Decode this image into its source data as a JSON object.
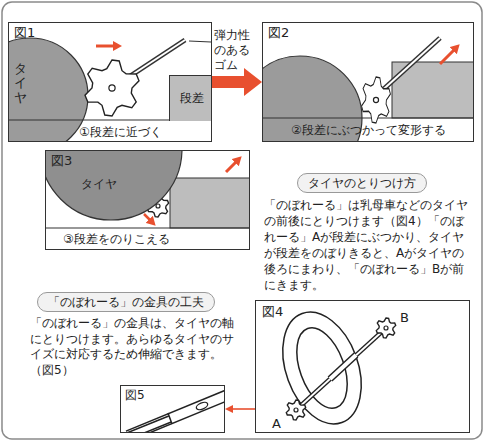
{
  "diagram": {
    "nodes": [
      {
        "text": [
          "図1",
          "①段差に近づく"
        ]
      },
      {
        "text": [
          "段差"
        ],
        "in": 0
      },
      {
        "text": [
          "図2",
          "②段差にぶつかって変形する"
        ]
      },
      {
        "text": [
          "図3",
          "③段差をのりこえる"
        ]
      },
      {
        "text": [
          "タイヤ"
        ],
        "in": 3
      },
      {
        "text": [
          "タイヤのとりつけ方"
        ]
      },
      {
        "text": [
          "「のぼれーる」の金具の工夫"
        ]
      },
      {
        "text": [
          "図4"
        ]
      },
      {
        "text": [
          "図5"
        ]
      }
    ],
    "edges": [
      {
        "from": 0,
        "to": 2,
        "arrow": "to"
      },
      {
        "from": 7,
        "to": 8,
        "arrow": "to"
      }
    ],
    "labels": [
      "タイヤ",
      "弾力性のあるゴム",
      "「のぼれーる」は乳母車などのタイヤの前後にとりつけます（図4）「のぼれーる」Aが段差にぶつかり、タイヤが段差をのぼりきると、Aがタイヤの後ろにまわり、「のぼれーる」Bが前にきます。",
      "「のぼれーる」の金具は、タイヤの軸にとりつけます。あらゆるタイヤのサイズに対応するため伸縮できます。（図5）",
      "A",
      "B"
    ]
  }
}
